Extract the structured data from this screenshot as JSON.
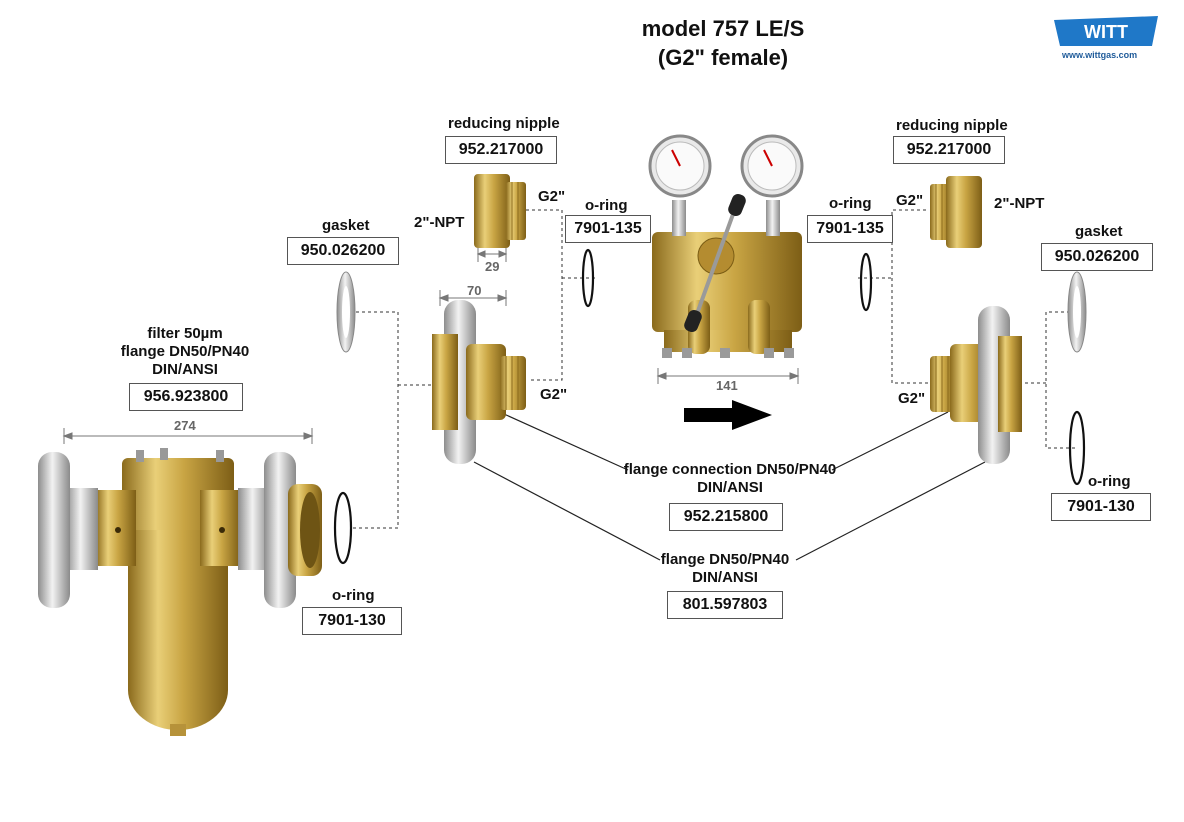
{
  "title_line1": "model 757 LE/S",
  "title_line2": "(G2\" female)",
  "logo": {
    "text": "WITT",
    "url": "www.wittgas.com",
    "color": "#1f78c8"
  },
  "colors": {
    "brass": "#c9a544",
    "steel": "#c8c8c8",
    "line": "#222222"
  },
  "components": {
    "reducing_nipple_left": {
      "label": "reducing nipple",
      "part": "952.217000",
      "npt": "2\"-NPT",
      "thread": "G2\"",
      "dim": "29"
    },
    "reducing_nipple_right": {
      "label": "reducing nipple",
      "part": "952.217000",
      "npt": "2\"-NPT",
      "thread": "G2\""
    },
    "oring_left_top": {
      "label": "o-ring",
      "part": "7901-135"
    },
    "oring_right_top": {
      "label": "o-ring",
      "part": "7901-135"
    },
    "gasket_left": {
      "label": "gasket",
      "part": "950.026200"
    },
    "gasket_right": {
      "label": "gasket",
      "part": "950.026200"
    },
    "filter": {
      "line1": "filter 50µm",
      "line2": "flange DN50/PN40",
      "line3": "DIN/ANSI",
      "part": "956.923800",
      "dim": "274"
    },
    "oring_filter": {
      "label": "o-ring",
      "part": "7901-130"
    },
    "oring_right_bottom": {
      "label": "o-ring",
      "part": "7901-130"
    },
    "flange_connection": {
      "line1": "flange connection DN50/PN40",
      "line2": "DIN/ANSI",
      "part": "952.215800"
    },
    "flange": {
      "line1": "flange DN50/PN40",
      "line2": "DIN/ANSI",
      "part": "801.597803"
    },
    "flange_left_dim": "70",
    "flange_left_thread": "G2\"",
    "flange_right_thread": "G2\"",
    "regulator_dim": "141"
  }
}
